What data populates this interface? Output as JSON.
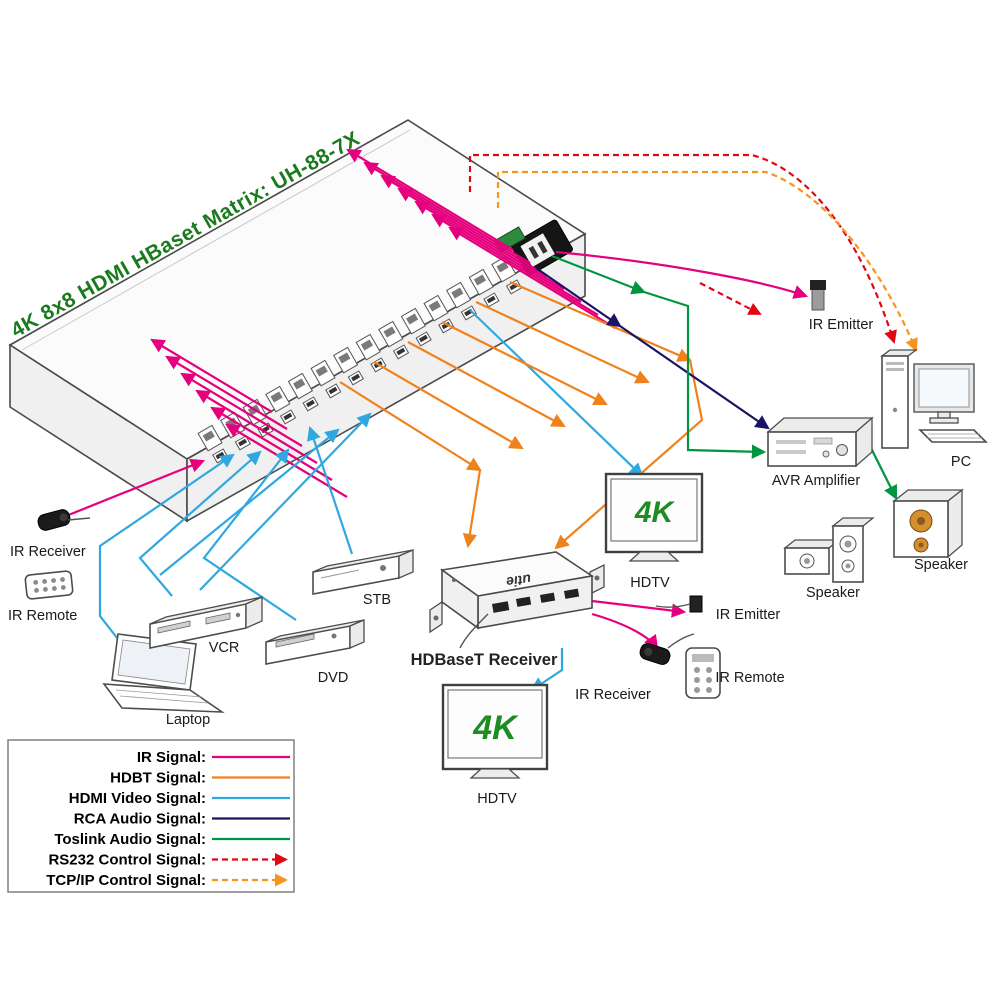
{
  "title": "4K 8x8 HDMI HBaset Matrix: UH-88-7X",
  "colors": {
    "ir": "#e5007d",
    "hdbt": "#f0821e",
    "hdmi": "#2fa8e0",
    "rca": "#1b1464",
    "toslink": "#009540",
    "rs232": "#e30613",
    "tcpip": "#f7941d",
    "title": "#1a7a1e",
    "fourk": "#1e8c23"
  },
  "devices": {
    "ir_receiver_left": {
      "label": "IR Receiver"
    },
    "ir_remote_left": {
      "label": "IR Remote"
    },
    "laptop": {
      "label": "Laptop"
    },
    "vcr": {
      "label": "VCR"
    },
    "dvd": {
      "label": "DVD"
    },
    "stb": {
      "label": "STB"
    },
    "hdbaset_receiver": {
      "label": "HDBaseT Receiver",
      "brand": "utie"
    },
    "hdtv_bottom": {
      "label": "HDTV",
      "screen_text": "4K"
    },
    "hdtv_right": {
      "label": "HDTV",
      "screen_text": "4K"
    },
    "ir_emitter_top": {
      "label": "IR Emitter"
    },
    "ir_emitter_mid": {
      "label": "IR Emitter"
    },
    "ir_receiver_bottom": {
      "label": "IR Receiver"
    },
    "ir_remote_right": {
      "label": "IR Remote"
    },
    "avr_amplifier": {
      "label": "AVR  Amplifier"
    },
    "speaker_mid": {
      "label": "Speaker"
    },
    "speaker_right": {
      "label": "Speaker"
    },
    "pc": {
      "label": "PC"
    }
  },
  "legend": {
    "items": [
      {
        "label": "IR  Signal:"
      },
      {
        "label": "HDBT  Signal:"
      },
      {
        "label": "HDMI Video Signal:"
      },
      {
        "label": "RCA Audio Signal:"
      },
      {
        "label": "Toslink Audio Signal:"
      },
      {
        "label": "RS232 Control  Signal:"
      },
      {
        "label": "TCP/IP Control  Signal:"
      }
    ]
  }
}
